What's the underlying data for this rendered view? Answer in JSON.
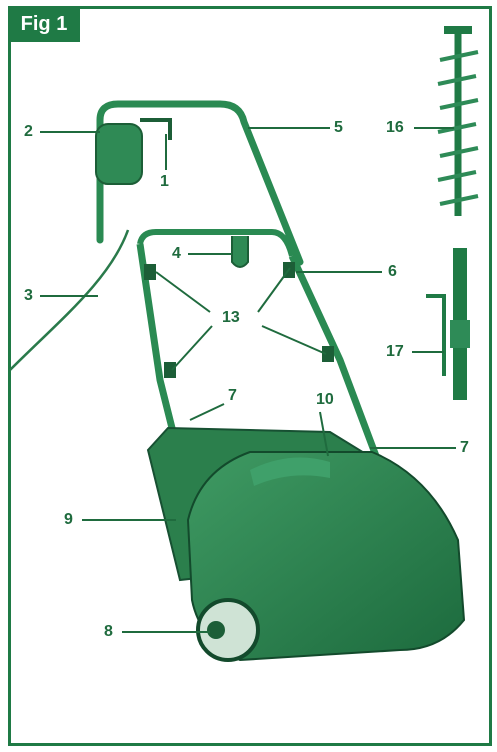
{
  "figure": {
    "tab_label": "Fig 1",
    "accent_color": "#1f7a45",
    "parts_color": "#2e8b57",
    "labels": [
      "1",
      "2",
      "3",
      "4",
      "5",
      "6",
      "7",
      "7",
      "8",
      "9",
      "10",
      "13",
      "16",
      "17"
    ]
  }
}
